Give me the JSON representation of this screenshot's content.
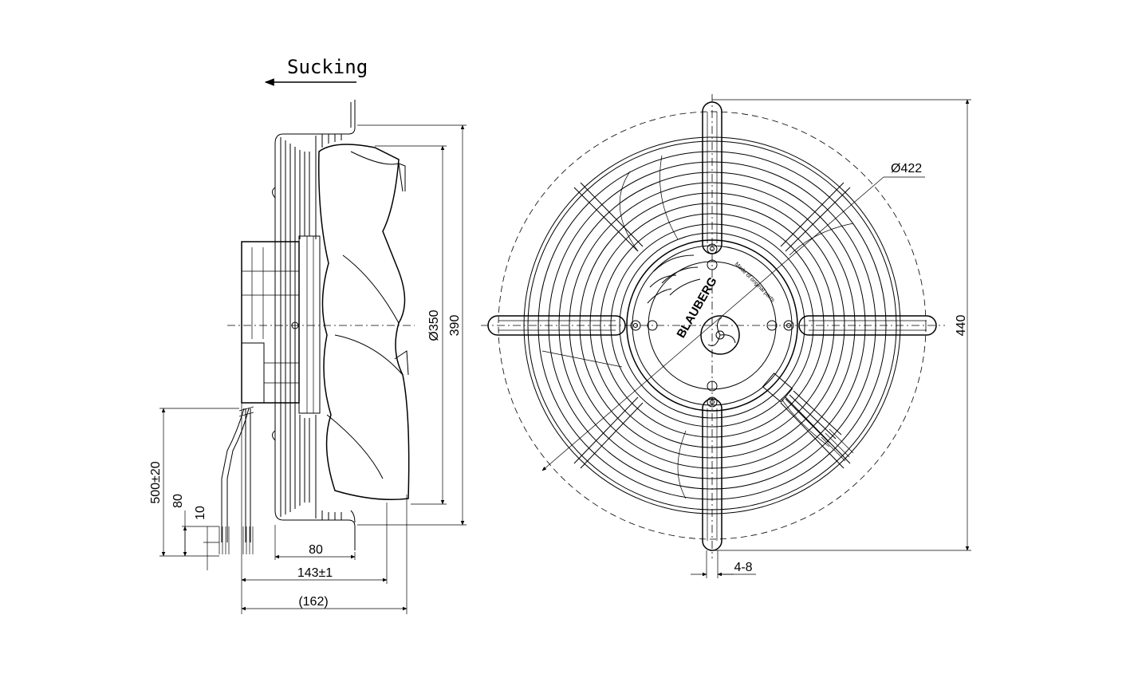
{
  "flow": {
    "label": "Sucking"
  },
  "side_view": {
    "dim_diameter_impeller": "Ø350",
    "dim_height": "390",
    "dim_cable_length": "500±20",
    "dim_strip_80": "80",
    "dim_strip_10": "10",
    "dim_width_80": "80",
    "dim_depth": "143±1",
    "dim_total_depth": "(162)"
  },
  "front_view": {
    "dim_bolt_circle": "Ø422",
    "dim_overall": "440",
    "dim_slot": "4-8",
    "logo_text": "BLAUBERG",
    "label_small": "Made of original parts"
  },
  "colors": {
    "line": "#000000",
    "background": "#ffffff"
  }
}
